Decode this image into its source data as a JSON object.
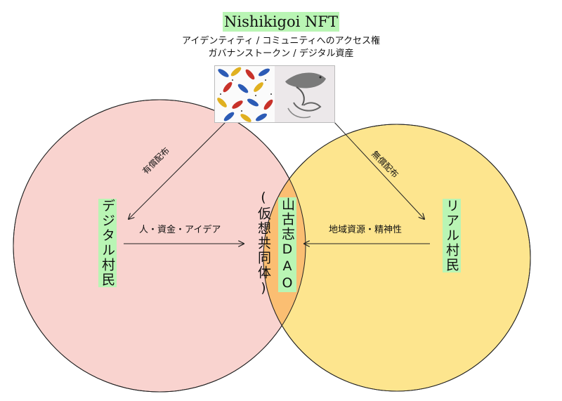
{
  "header": {
    "title": "Nishikigoi NFT",
    "subtitle_line1": "アイデンティティ / コミュニティへのアクセス権",
    "subtitle_line2": "ガバナンストークン / デジタル資産"
  },
  "nodes": {
    "digital_villager": "デジタル村民",
    "real_villager": "リアル村民",
    "dao": "山古志DAO",
    "dao_sub": "(仮想共同体)"
  },
  "edges": {
    "paid_distribution": "有償配布",
    "free_distribution": "無償配布",
    "digital_to_dao": "人・資金・アイデア",
    "real_to_dao": "地域資源・精神性"
  },
  "colors": {
    "left_circle": "#f9d3cf",
    "right_circle": "#fde58e",
    "intersection": "#fbbe72",
    "label_highlight": "#b9f5b4"
  }
}
